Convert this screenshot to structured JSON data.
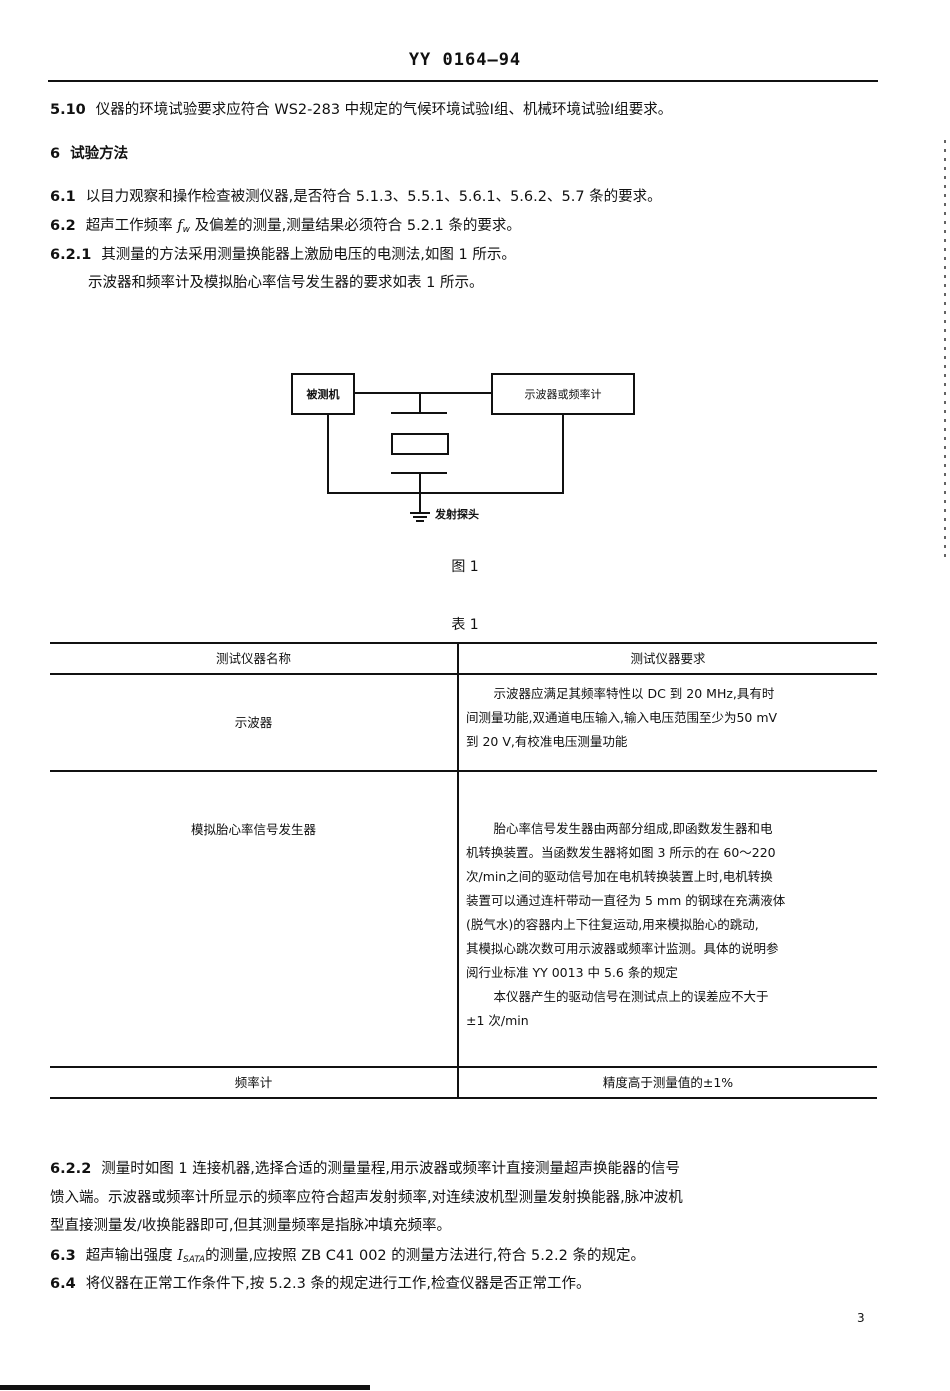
{
  "header": {
    "standard_code": "YY 0164—94"
  },
  "sections": {
    "s5_10": {
      "num": "5.10",
      "text": "仪器的环境试验要求应符合 WS2-283 中规定的气候环境试验Ⅰ组、机械环境试验Ⅰ组要求。"
    },
    "s6": {
      "num": "6",
      "text": "试验方法"
    },
    "s6_1": {
      "num": "6.1",
      "text": "以目力观察和操作检查被测仪器,是否符合 5.1.3、5.5.1、5.6.1、5.6.2、5.7 条的要求。"
    },
    "s6_2": {
      "num": "6.2",
      "text_before": "超声工作频率 ",
      "symbol": "f",
      "symbol_sub": "w",
      "text_after": " 及偏差的测量,测量结果必须符合 5.2.1 条的要求。"
    },
    "s6_2_1": {
      "num": "6.2.1",
      "text": "其测量的方法采用测量换能器上激励电压的电测法,如图 1 所示。",
      "line2": "示波器和频率计及模拟胎心率信号发生器的要求如表 1 所示。"
    },
    "s6_2_2": {
      "num": "6.2.2",
      "line1": "测量时如图 1 连接机器,选择合适的测量量程,用示波器或频率计直接测量超声换能器的信号",
      "line2": "馈入端。示波器或频率计所显示的频率应符合超声发射频率,对连续波机型测量发射换能器,脉冲波机",
      "line3": "型直接测量发/收换能器即可,但其测量频率是指脉冲填充频率。"
    },
    "s6_3": {
      "num": "6.3",
      "text_before": "超声输出强度 ",
      "symbol": "I",
      "symbol_sub": "SATA",
      "text_after": "的测量,应按照 ZB C41 002 的测量方法进行,符合 5.2.2 条的规定。"
    },
    "s6_4": {
      "num": "6.4",
      "text": "将仪器在正常工作条件下,按 5.2.3 条的规定进行工作,检查仪器是否正常工作。"
    }
  },
  "figure1": {
    "box_device_under_test": "被测机",
    "box_oscilloscope_or_counter": "示波器或频率计",
    "probe_label": "发射探头",
    "caption": "图 1"
  },
  "table1": {
    "caption": "表 1",
    "headers": [
      "测试仪器名称",
      "测试仪器要求"
    ],
    "rows": [
      {
        "name": "示波器",
        "requirement_lines": [
          "示波器应满足其频率特性以 DC 到 20 MHz,具有时",
          "间测量功能,双通道电压输入,输入电压范围至少为50 mV",
          "到 20 V,有校准电压测量功能"
        ]
      },
      {
        "name": "模拟胎心率信号发生器",
        "requirement_lines": [
          "胎心率信号发生器由两部分组成,即函数发生器和电",
          "机转换装置。当函数发生器将如图 3 所示的在 60～220",
          "次/min之间的驱动信号加在电机转换装置上时,电机转换",
          "装置可以通过连杆带动一直径为 5 mm 的钢球在充满液体",
          "(脱气水)的容器内上下往复运动,用来模拟胎心的跳动,",
          "其模拟心跳次数可用示波器或频率计监测。具体的说明参",
          "阅行业标准 YY 0013 中 5.6 条的规定"
        ],
        "requirement_lines_2": [
          "本仪器产生的驱动信号在测试点上的误差应不大于",
          "±1 次/min"
        ]
      },
      {
        "name": "频率计",
        "requirement_lines": [
          "精度高于测量值的±1%"
        ]
      }
    ]
  },
  "footer": {
    "page_number": "3"
  }
}
